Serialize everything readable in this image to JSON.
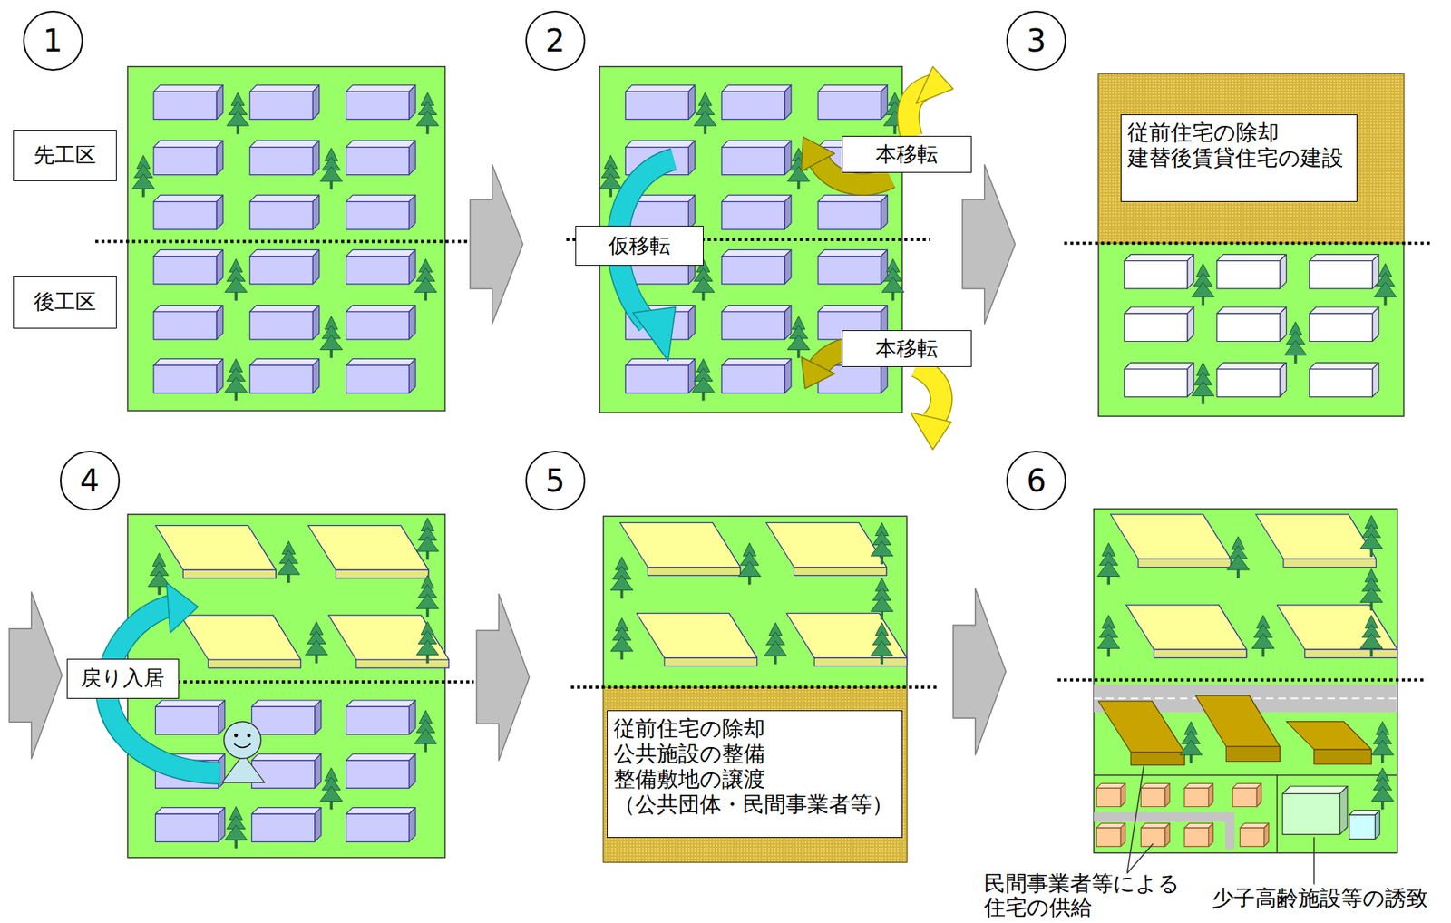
{
  "diagram": {
    "nodes": [
      {
        "text": [
          "1"
        ]
      },
      {
        "text": [
          "先工区"
        ]
      },
      {
        "text": [
          "後工区"
        ]
      },
      {
        "text": [
          "2"
        ]
      },
      {
        "text": [
          "本移転"
        ]
      },
      {
        "text": [
          "仮移転"
        ]
      },
      {
        "text": [
          "本移転"
        ]
      },
      {
        "text": [
          "3"
        ]
      },
      {
        "text": [
          "従前住宅の除却",
          "建替後賃貸住宅の建設"
        ]
      },
      {
        "text": [
          "4"
        ]
      },
      {
        "text": [
          "戻り入居"
        ]
      },
      {
        "text": [
          "5"
        ]
      },
      {
        "text": [
          "従前住宅の除却",
          "公共施設の整備",
          "整備敷地の譲渡",
          "（公共団体・民間事業者等）"
        ]
      },
      {
        "text": [
          "6"
        ]
      }
    ],
    "labels": [
      "民間事業者等による 住宅の供給",
      "少子高齢施設等の誘致"
    ]
  }
}
